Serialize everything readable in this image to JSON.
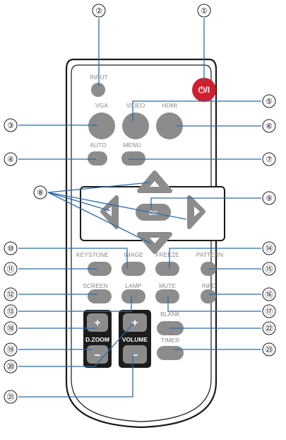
{
  "colors": {
    "button": "#8c8c8c",
    "button_dark": "#5a5a5a",
    "power": "#cf1f2e",
    "leader": "#2b6aa8",
    "outline": "#1a1a1a"
  },
  "labels": {
    "input": "INPUT",
    "vga": "VGA",
    "video": "VIDEO",
    "hdmi": "HDMI",
    "auto": "AUTO",
    "menu": "MENU",
    "ok": "OK",
    "keystone": "KEYSTONE",
    "image": "IMAGE",
    "freeze": "FREEZE",
    "pattern": "PATTERN",
    "screen": "SCREEN",
    "lamp": "LAMP",
    "mute": "MUTE",
    "info": "INFO.",
    "blank": "BLANK",
    "timer": "TIMER",
    "dzoom": "D.ZOOM",
    "volume": "VOLUME",
    "plus": "+",
    "minus": "−",
    "power_symbol": "⏻/I"
  },
  "callouts": {
    "n1": "①",
    "n2": "②",
    "n3": "③",
    "n4": "④",
    "n5": "⑤",
    "n6": "⑥",
    "n7": "⑦",
    "n8": "⑧",
    "n9": "⑨",
    "n10": "⑩",
    "n11": "⑪",
    "n12": "⑫",
    "n13": "⑬",
    "n14": "⑭",
    "n15": "⑮",
    "n16": "⑯",
    "n17": "⑰",
    "n18": "⑱",
    "n19": "⑲",
    "n20": "⑳",
    "n21": "㉑",
    "n22": "㉒",
    "n23": "㉓"
  }
}
